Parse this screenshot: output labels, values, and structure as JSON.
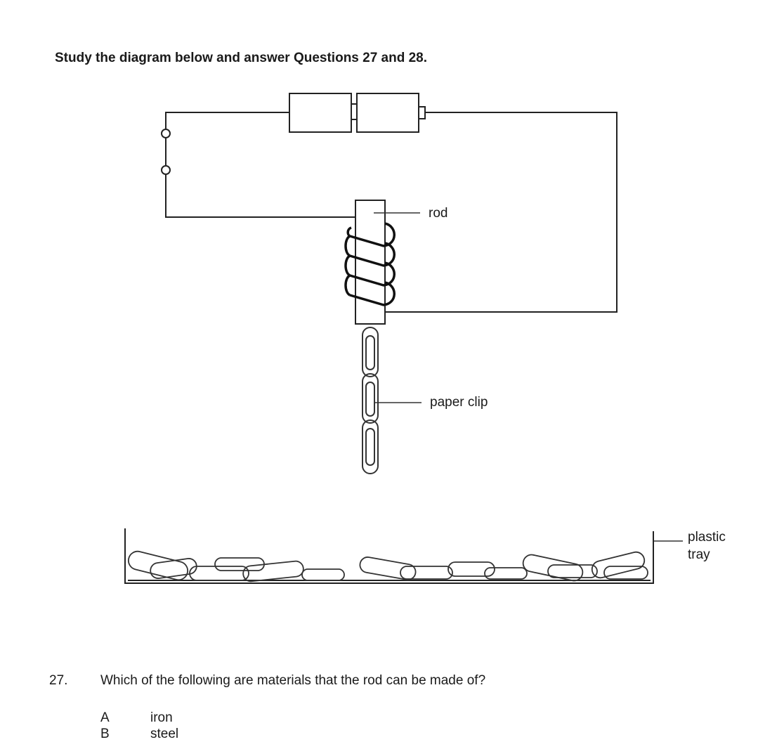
{
  "instruction": "Study the diagram below and answer Questions 27 and 28.",
  "diagram": {
    "labels": {
      "rod": "rod",
      "paper_clip": "paper clip",
      "tray_line1": "plastic",
      "tray_line2": "tray"
    }
  },
  "question": {
    "number": "27.",
    "text": "Which of the following are materials that the rod can be made of?",
    "options": [
      {
        "letter": "A",
        "text": "iron"
      },
      {
        "letter": "B",
        "text": "steel"
      }
    ]
  }
}
